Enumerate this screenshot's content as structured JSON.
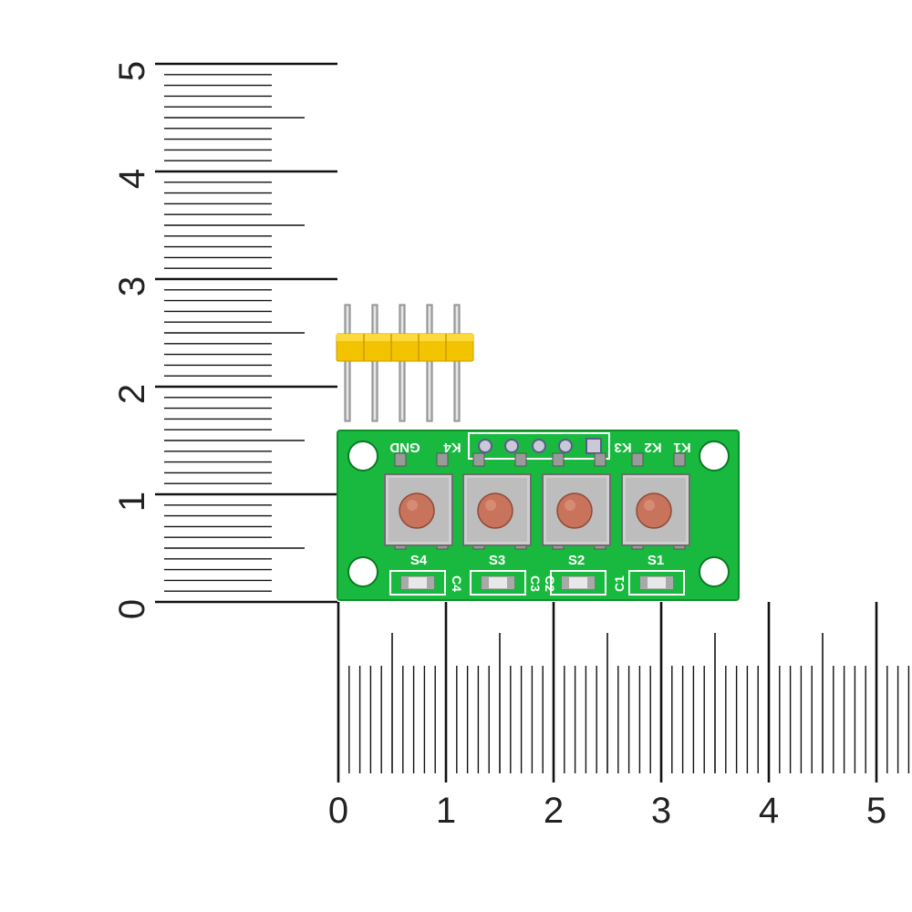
{
  "ruler": {
    "vertical_labels": [
      "0",
      "1",
      "2",
      "3",
      "4",
      "5"
    ],
    "horizontal_labels": [
      "0",
      "1",
      "2",
      "3",
      "4",
      "5"
    ]
  },
  "board": {
    "header_labels": {
      "gnd": "GND",
      "k4": "K4",
      "k3": "K3",
      "k2": "K2",
      "k1": "K1"
    },
    "switches": [
      {
        "label": "S4"
      },
      {
        "label": "S3"
      },
      {
        "label": "S2"
      },
      {
        "label": "S1"
      }
    ],
    "cap_labels": [
      "C4",
      "C3",
      "C2",
      "C1"
    ]
  },
  "colors": {
    "pcb": "#19b93f",
    "pcb_dark": "#0f8f2c",
    "pin_header": "#f2c300",
    "button_cap": "#c8735c",
    "ruler": "#111111"
  }
}
